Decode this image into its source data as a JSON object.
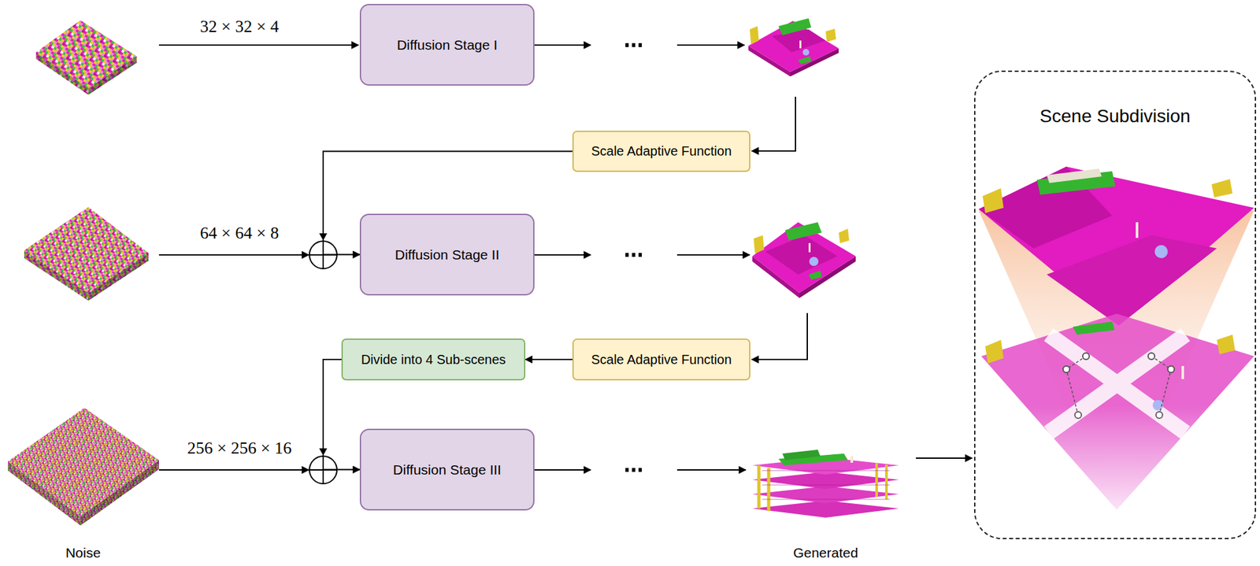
{
  "diagram": {
    "nodes": [
      {
        "text": [
          "Diffusion Stage I"
        ]
      },
      {
        "text": [
          "Scale Adaptive Function"
        ]
      },
      {
        "text": [
          "Diffusion Stage II"
        ]
      },
      {
        "text": [
          "Divide into 4 Sub-scenes"
        ]
      },
      {
        "text": [
          "Scale Adaptive Function"
        ]
      },
      {
        "text": [
          "Diffusion Stage III"
        ]
      },
      {
        "text": [
          "Scene Subdivision"
        ]
      }
    ],
    "edges": [
      {
        "from": 1,
        "to": 2,
        "arrow": "to"
      },
      {
        "from": 4,
        "to": 3,
        "arrow": "to"
      },
      {
        "from": 3,
        "to": 5,
        "arrow": "to"
      }
    ],
    "labels": [
      "32 × 32 × 4",
      "64 × 64 × 8",
      "256 × 256 × 16",
      "Noise",
      "Generated"
    ]
  }
}
